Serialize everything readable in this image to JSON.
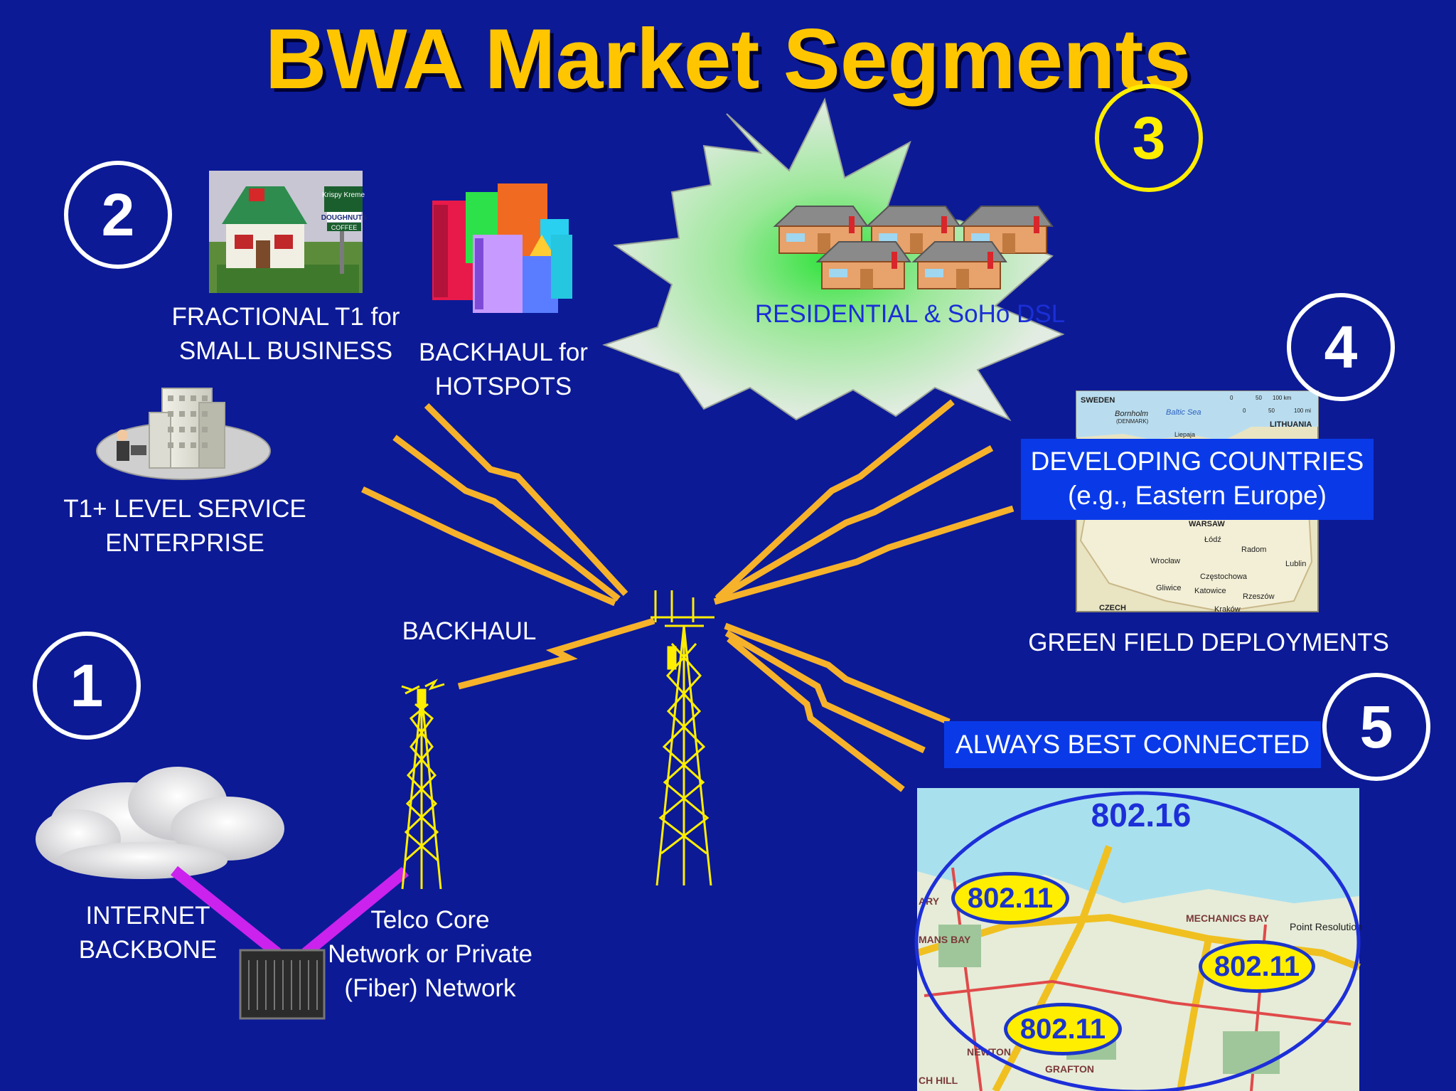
{
  "title": "BWA Market Segments",
  "segments": [
    {
      "number": "1",
      "lines": [
        "INTERNET",
        "BACKBONE"
      ]
    },
    {
      "number": "2",
      "small_business": [
        "FRACTIONAL T1  for",
        "SMALL BUSINESS"
      ],
      "hotspots": [
        "BACKHAUL for",
        "HOTSPOTS"
      ],
      "enterprise": [
        "T1+ LEVEL SERVICE",
        "ENTERPRISE"
      ]
    },
    {
      "number": "3",
      "lines": [
        "RESIDENTIAL & SoHo DSL"
      ]
    },
    {
      "number": "4",
      "box_lines": [
        "DEVELOPING COUNTRIES",
        "(e.g., Eastern Europe)"
      ],
      "caption": "GREEN FIELD DEPLOYMENTS"
    },
    {
      "number": "5",
      "box": "ALWAYS BEST CONNECTED"
    }
  ],
  "backhaul": "BACKHAUL",
  "telco": [
    "Telco Core",
    "Network or Private",
    "(Fiber) Network"
  ],
  "store_sign": [
    "Krispy Kreme",
    "DOUGHNUTS",
    "COFFEE"
  ],
  "map_poland": {
    "labels": [
      "SWEDEN",
      "Bornholm",
      "(DENMARK)",
      "Baltic Sea",
      "LITHUANIA",
      "WARSAW",
      "Łódź",
      "Radom",
      "Wrocław",
      "Lublin",
      "Częstochowa",
      "Gliwice",
      "Katowice",
      "Rzeszów",
      "Kraków",
      "CZECH",
      "Liepaja"
    ],
    "scale": [
      "0",
      "50",
      "100 km",
      "0",
      "50",
      "100 mi"
    ]
  },
  "map_city": {
    "outer_label": "802.16",
    "inner_labels": [
      "802.11",
      "802.11",
      "802.11"
    ],
    "place_names": [
      "MECHANICS BAY",
      "Point Resolution",
      "NEWTON",
      "GRAFTON",
      "MANS BAY",
      "ARY",
      "CH HILL"
    ]
  },
  "colors": {
    "background": "#0c1a96",
    "title": "#ffc600",
    "lightning": "#f6b22a",
    "tower": "#ffee00",
    "fiber": "#cc22ee",
    "box": "#0a3ae8",
    "burst": "#d8e8d6"
  }
}
